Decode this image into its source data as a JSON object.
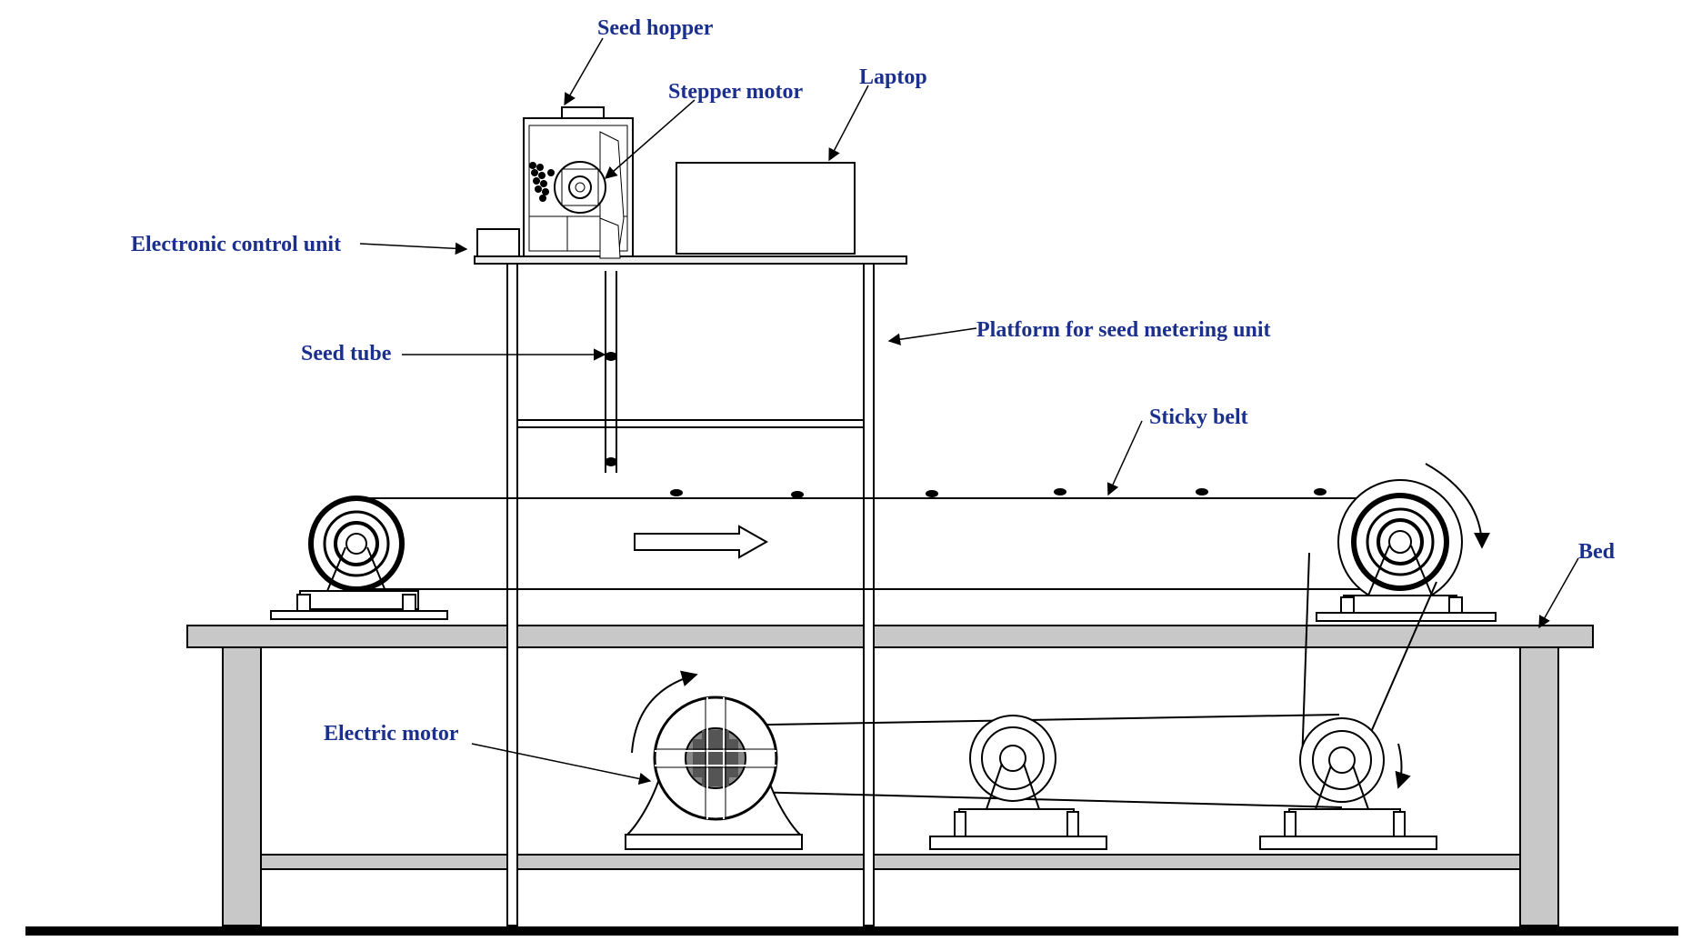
{
  "labels": {
    "seed_hopper": "Seed hopper",
    "stepper_motor": "Stepper motor",
    "laptop": "Laptop",
    "electronic_control_unit": "Electronic control unit",
    "seed_tube": "Seed tube",
    "platform": "Platform for seed metering unit",
    "sticky_belt": "Sticky belt",
    "bed": "Bed",
    "electric_motor": "Electric motor"
  },
  "colors": {
    "label": "#1b2f8c",
    "line": "#000000",
    "bed_fill": "#c8c8c8",
    "background": "#ffffff"
  },
  "icons": {
    "belt_direction": "right-arrow-icon",
    "rotation": "curved-arrow-icon"
  }
}
